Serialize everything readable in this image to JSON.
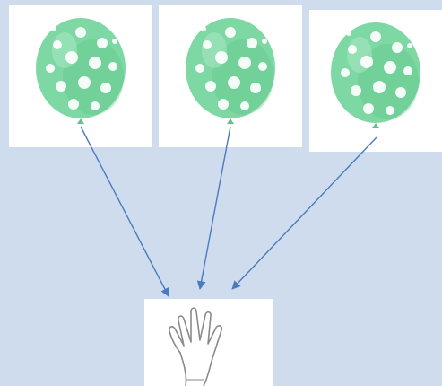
{
  "colors": {
    "background": "#cfdcee",
    "card": "#ffffff",
    "balloon": "#7ed8a4",
    "balloon_shade": "#5cc487",
    "balloon_highlight": "#a9e8c4",
    "dots": "#ffffff",
    "string": "#8fd3ab",
    "arrow": "#4a7bbf",
    "hand_outline": "#8a8a8a"
  },
  "balloons": [
    {
      "icon": "polka-dot-balloon-icon"
    },
    {
      "icon": "polka-dot-balloon-icon"
    },
    {
      "icon": "polka-dot-balloon-icon"
    }
  ],
  "hand": {
    "icon": "open-hand-outline-icon"
  },
  "arrows": [
    {
      "from": "balloon-1",
      "to": "hand"
    },
    {
      "from": "balloon-2",
      "to": "hand"
    },
    {
      "from": "balloon-3",
      "to": "hand"
    }
  ]
}
